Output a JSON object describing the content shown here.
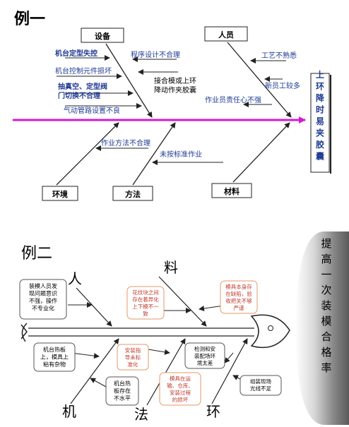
{
  "example1": {
    "heading": "例一",
    "effect": "上环降时易夹胶囊",
    "categories": {
      "equipment": "设备",
      "personnel": "人员",
      "environment": "环境",
      "method": "方法",
      "material": "材料"
    },
    "causes": {
      "c1": "机台定型失控",
      "c2": "程序设计不合理",
      "c3": "机台控制元件损坏",
      "c4": "接合模或上环",
      "c4b": "降动作夹胶囊",
      "c5": "抽真空、定型阀",
      "c5b": "门切换不合理",
      "c6": "气动管路设置不良",
      "c7": "工艺不熟悉",
      "c8": "新员工较多",
      "c9": "作业员责任心不强",
      "c10": "作业方法不合理",
      "c11": "未按标准作业"
    }
  },
  "example2": {
    "heading": "例二",
    "effect": "提高一次装模合格率",
    "categories": {
      "man": "人",
      "material": "料",
      "machine": "机",
      "method": "法",
      "environment": "环"
    },
    "notes": {
      "n1": [
        "装模人员发",
        "现问题意识",
        "不强，操作",
        "不专业化"
      ],
      "n2": [
        "花纹块之间",
        "存在着异化",
        "上下模不一",
        "致"
      ],
      "n3": [
        "模具本身存",
        "在缺陷，验",
        "收把关不够",
        "严谨"
      ],
      "n4": [
        "机台热板",
        "上，模具上",
        "粘有杂物"
      ],
      "n5": [
        "安装指",
        "导未标",
        "准化"
      ],
      "n6": [
        "检测和安",
        "装配场环",
        "境太差"
      ],
      "n7": [
        "机台热",
        "板存在",
        "不水平"
      ],
      "n8": [
        "模具在运",
        "输、仓库、",
        "安装过程",
        "的损坏"
      ],
      "n9": [
        "组装现场",
        "光线不足"
      ]
    }
  },
  "colors": {
    "spine1": "#d21ad2",
    "dark": "#222222",
    "orange": "#e39a6a",
    "red": "#c0392b",
    "blue": "#1f3a93"
  }
}
